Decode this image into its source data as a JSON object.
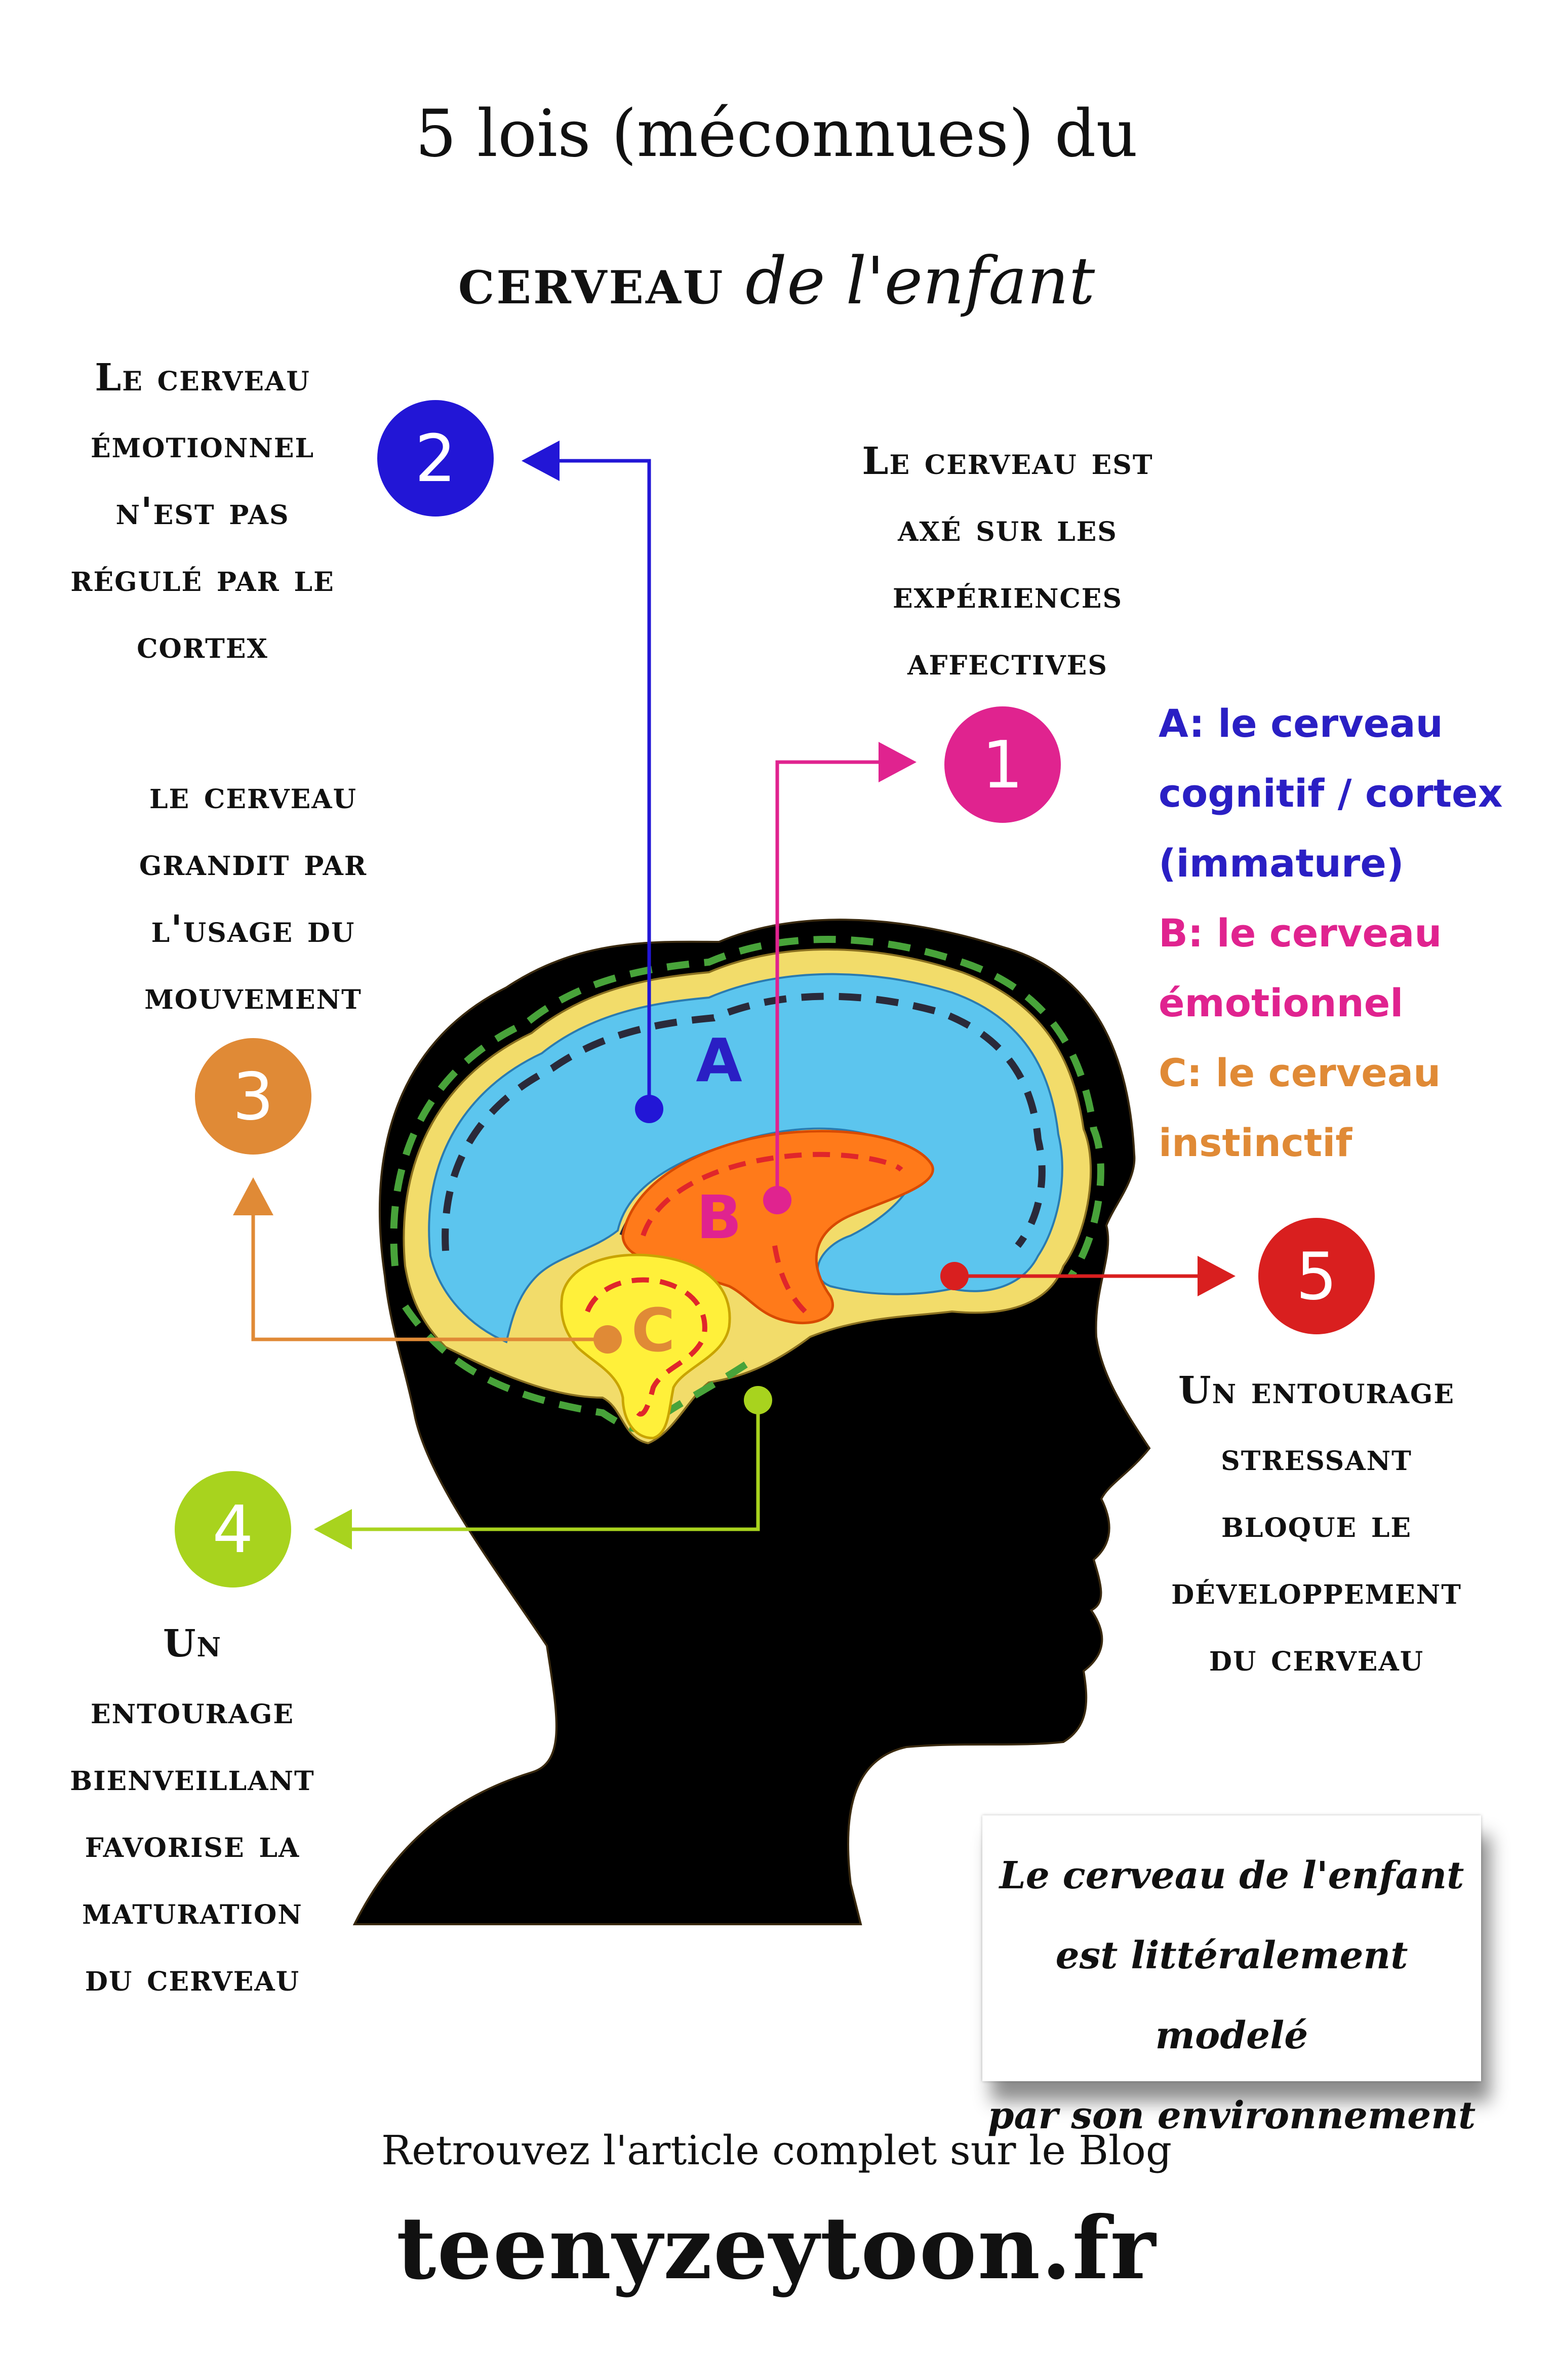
{
  "title": {
    "line1": "5 lois (méconnues) du",
    "line2_bold": "cerveau",
    "line2_rest": "de l'enfant"
  },
  "laws": {
    "law1": {
      "number": "1",
      "lines": [
        "Le cerveau est",
        "axé sur les",
        "expériences",
        "affectives"
      ],
      "color": "#e0238f"
    },
    "law2": {
      "number": "2",
      "lines": [
        "Le cerveau",
        "émotionnel",
        "n'est pas",
        "régulé par le",
        "cortex"
      ],
      "color": "#2216d6"
    },
    "law3": {
      "number": "3",
      "lines": [
        "le cerveau",
        "grandit par",
        "l'usage du",
        "mouvement"
      ],
      "color": "#e08a36"
    },
    "law4": {
      "number": "4",
      "lines": [
        "Un",
        "entourage",
        "bienveillant",
        "favorise la",
        "maturation",
        "du cerveau"
      ],
      "color": "#a8d31e"
    },
    "law5": {
      "number": "5",
      "lines": [
        "Un entourage",
        "stressant",
        "bloque le",
        "développement",
        "du cerveau"
      ],
      "color": "#d91f1f"
    }
  },
  "legend": {
    "a": {
      "lines": [
        "A: le cerveau",
        "cognitif / cortex",
        "(immature)"
      ],
      "color": "#2a1fc4"
    },
    "b": {
      "lines": [
        "B: le cerveau",
        "émotionnel"
      ],
      "color": "#e0238f"
    },
    "c": {
      "lines": [
        "C: le cerveau",
        "instinctif"
      ],
      "color": "#e08a36"
    }
  },
  "brain_labels": {
    "a": "A",
    "b": "B",
    "c": "C"
  },
  "quote": {
    "lines": [
      "Le cerveau de l'enfant",
      "est littéralement modelé",
      "par son environnement"
    ]
  },
  "footer": {
    "line1": "Retrouvez l'article complet sur le Blog",
    "line2": "teenyzeytoon.fr"
  }
}
